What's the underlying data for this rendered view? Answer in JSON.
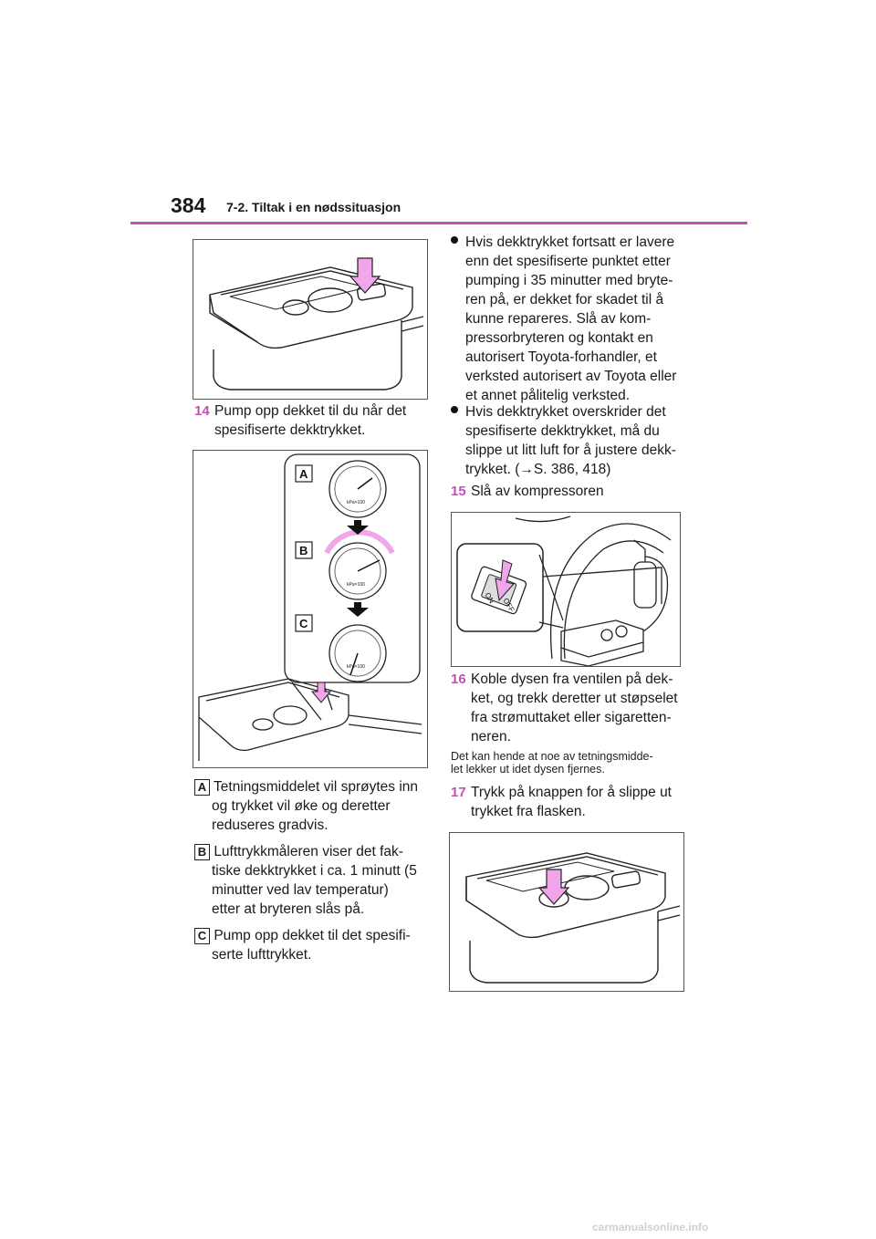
{
  "header": {
    "page_number": "384",
    "section": "7-2. Tiltak i en nødssituasjon"
  },
  "left": {
    "step14": {
      "num": "14",
      "text_line1": "Pump opp dekket til du når det",
      "text_line2": "spesifiserte dekktrykket."
    },
    "figure2_labels": {
      "a": "A",
      "b": "B",
      "c": "C",
      "gauge_unit": "kPa×100"
    },
    "items": [
      {
        "key": "A",
        "lines": [
          "Tetningsmiddelet vil sprøytes inn",
          "og trykket vil øke og deretter",
          "reduseres gradvis."
        ]
      },
      {
        "key": "B",
        "lines": [
          "Lufttrykkmåleren viser det fak-",
          "tiske dekktrykket i ca. 1 minutt (5",
          "minutter ved lav temperatur)",
          "etter at bryteren slås på."
        ]
      },
      {
        "key": "C",
        "lines": [
          "Pump opp dekket til det spesifi-",
          "serte lufttrykket."
        ]
      }
    ]
  },
  "right": {
    "bullets": [
      {
        "lines": [
          "Hvis dekktrykket fortsatt er lavere",
          "enn det spesifiserte punktet etter",
          "pumping i 35 minutter med bryte-",
          "ren på, er dekket for skadet til å",
          "kunne repareres. Slå av kom-",
          "pressorbryteren og kontakt en",
          "autorisert Toyota-forhandler, et",
          "verksted autorisert av Toyota eller",
          "et annet pålitelig verksted."
        ]
      },
      {
        "lines": [
          "Hvis dekktrykket overskrider det",
          "spesifiserte dekktrykket, må du",
          "slippe ut litt luft for å justere dekk-",
          "trykket. (→S. 386, 418)"
        ]
      }
    ],
    "step15": {
      "num": "15",
      "text": "Slå av kompressoren"
    },
    "switch_labels": {
      "on": "ON",
      "off": "OFF"
    },
    "step16": {
      "num": "16",
      "lines": [
        "Koble dysen fra ventilen på dek-",
        "ket, og trekk deretter ut støpselet",
        "fra strømuttaket eller sigaretten-",
        "neren."
      ]
    },
    "note": {
      "lines": [
        "Det kan hende at noe av tetningsmidde-",
        "let lekker ut idet dysen fjernes."
      ]
    },
    "step17": {
      "num": "17",
      "lines": [
        "Trykk på knappen for å slippe ut",
        "trykket fra flasken."
      ]
    }
  },
  "footer": {
    "watermark": "carmanualsonline.info"
  },
  "colors": {
    "accent": "#c24fb4",
    "arrow_fill": "#f1a6ea"
  }
}
